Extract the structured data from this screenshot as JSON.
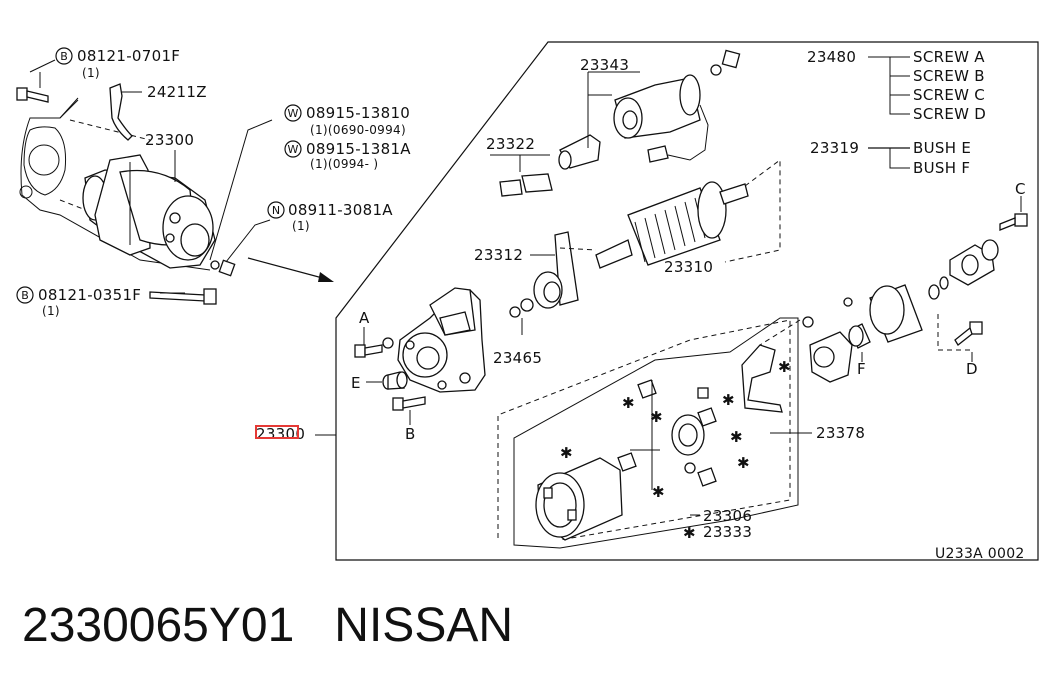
{
  "callouts": {
    "bolt_b1": {
      "code": "08121-0701F",
      "qty": "(1)",
      "prefix": "B"
    },
    "bracket": "24211Z",
    "starter_assy_top": "23300",
    "washer_w1": {
      "code": "08915-13810",
      "qty": "(1)(0690-0994)",
      "prefix": "W"
    },
    "washer_w2": {
      "code": "08915-1381A",
      "qty": "(1)(0994-     )",
      "prefix": "W"
    },
    "nut_n": {
      "code": "08911-3081A",
      "qty": "(1)",
      "prefix": "N"
    },
    "bolt_b2": {
      "code": "08121-0351F",
      "qty": "(1)",
      "prefix": "B"
    },
    "solenoid": "23343",
    "screw_group": "23480",
    "screws": [
      "SCREW A",
      "SCREW B",
      "SCREW C",
      "SCREW D"
    ],
    "bush_group": "23319",
    "bushes": [
      "BUSH E",
      "BUSH F"
    ],
    "shift_lever": "23322",
    "pinion": "23312",
    "armature": "23310",
    "stopper": "23465",
    "starter_assy": "23300",
    "brush_holder": "23378",
    "yoke": "23306",
    "brush_set": "23333",
    "letters": {
      "a": "A",
      "b": "B",
      "c": "C",
      "d": "D",
      "e": "E",
      "f": "F"
    },
    "star": "✱",
    "figure_code": "U233A 0002"
  },
  "footer": {
    "part_number": "2330065Y01",
    "brand": "NISSAN"
  },
  "highlight_color": "#e53935"
}
